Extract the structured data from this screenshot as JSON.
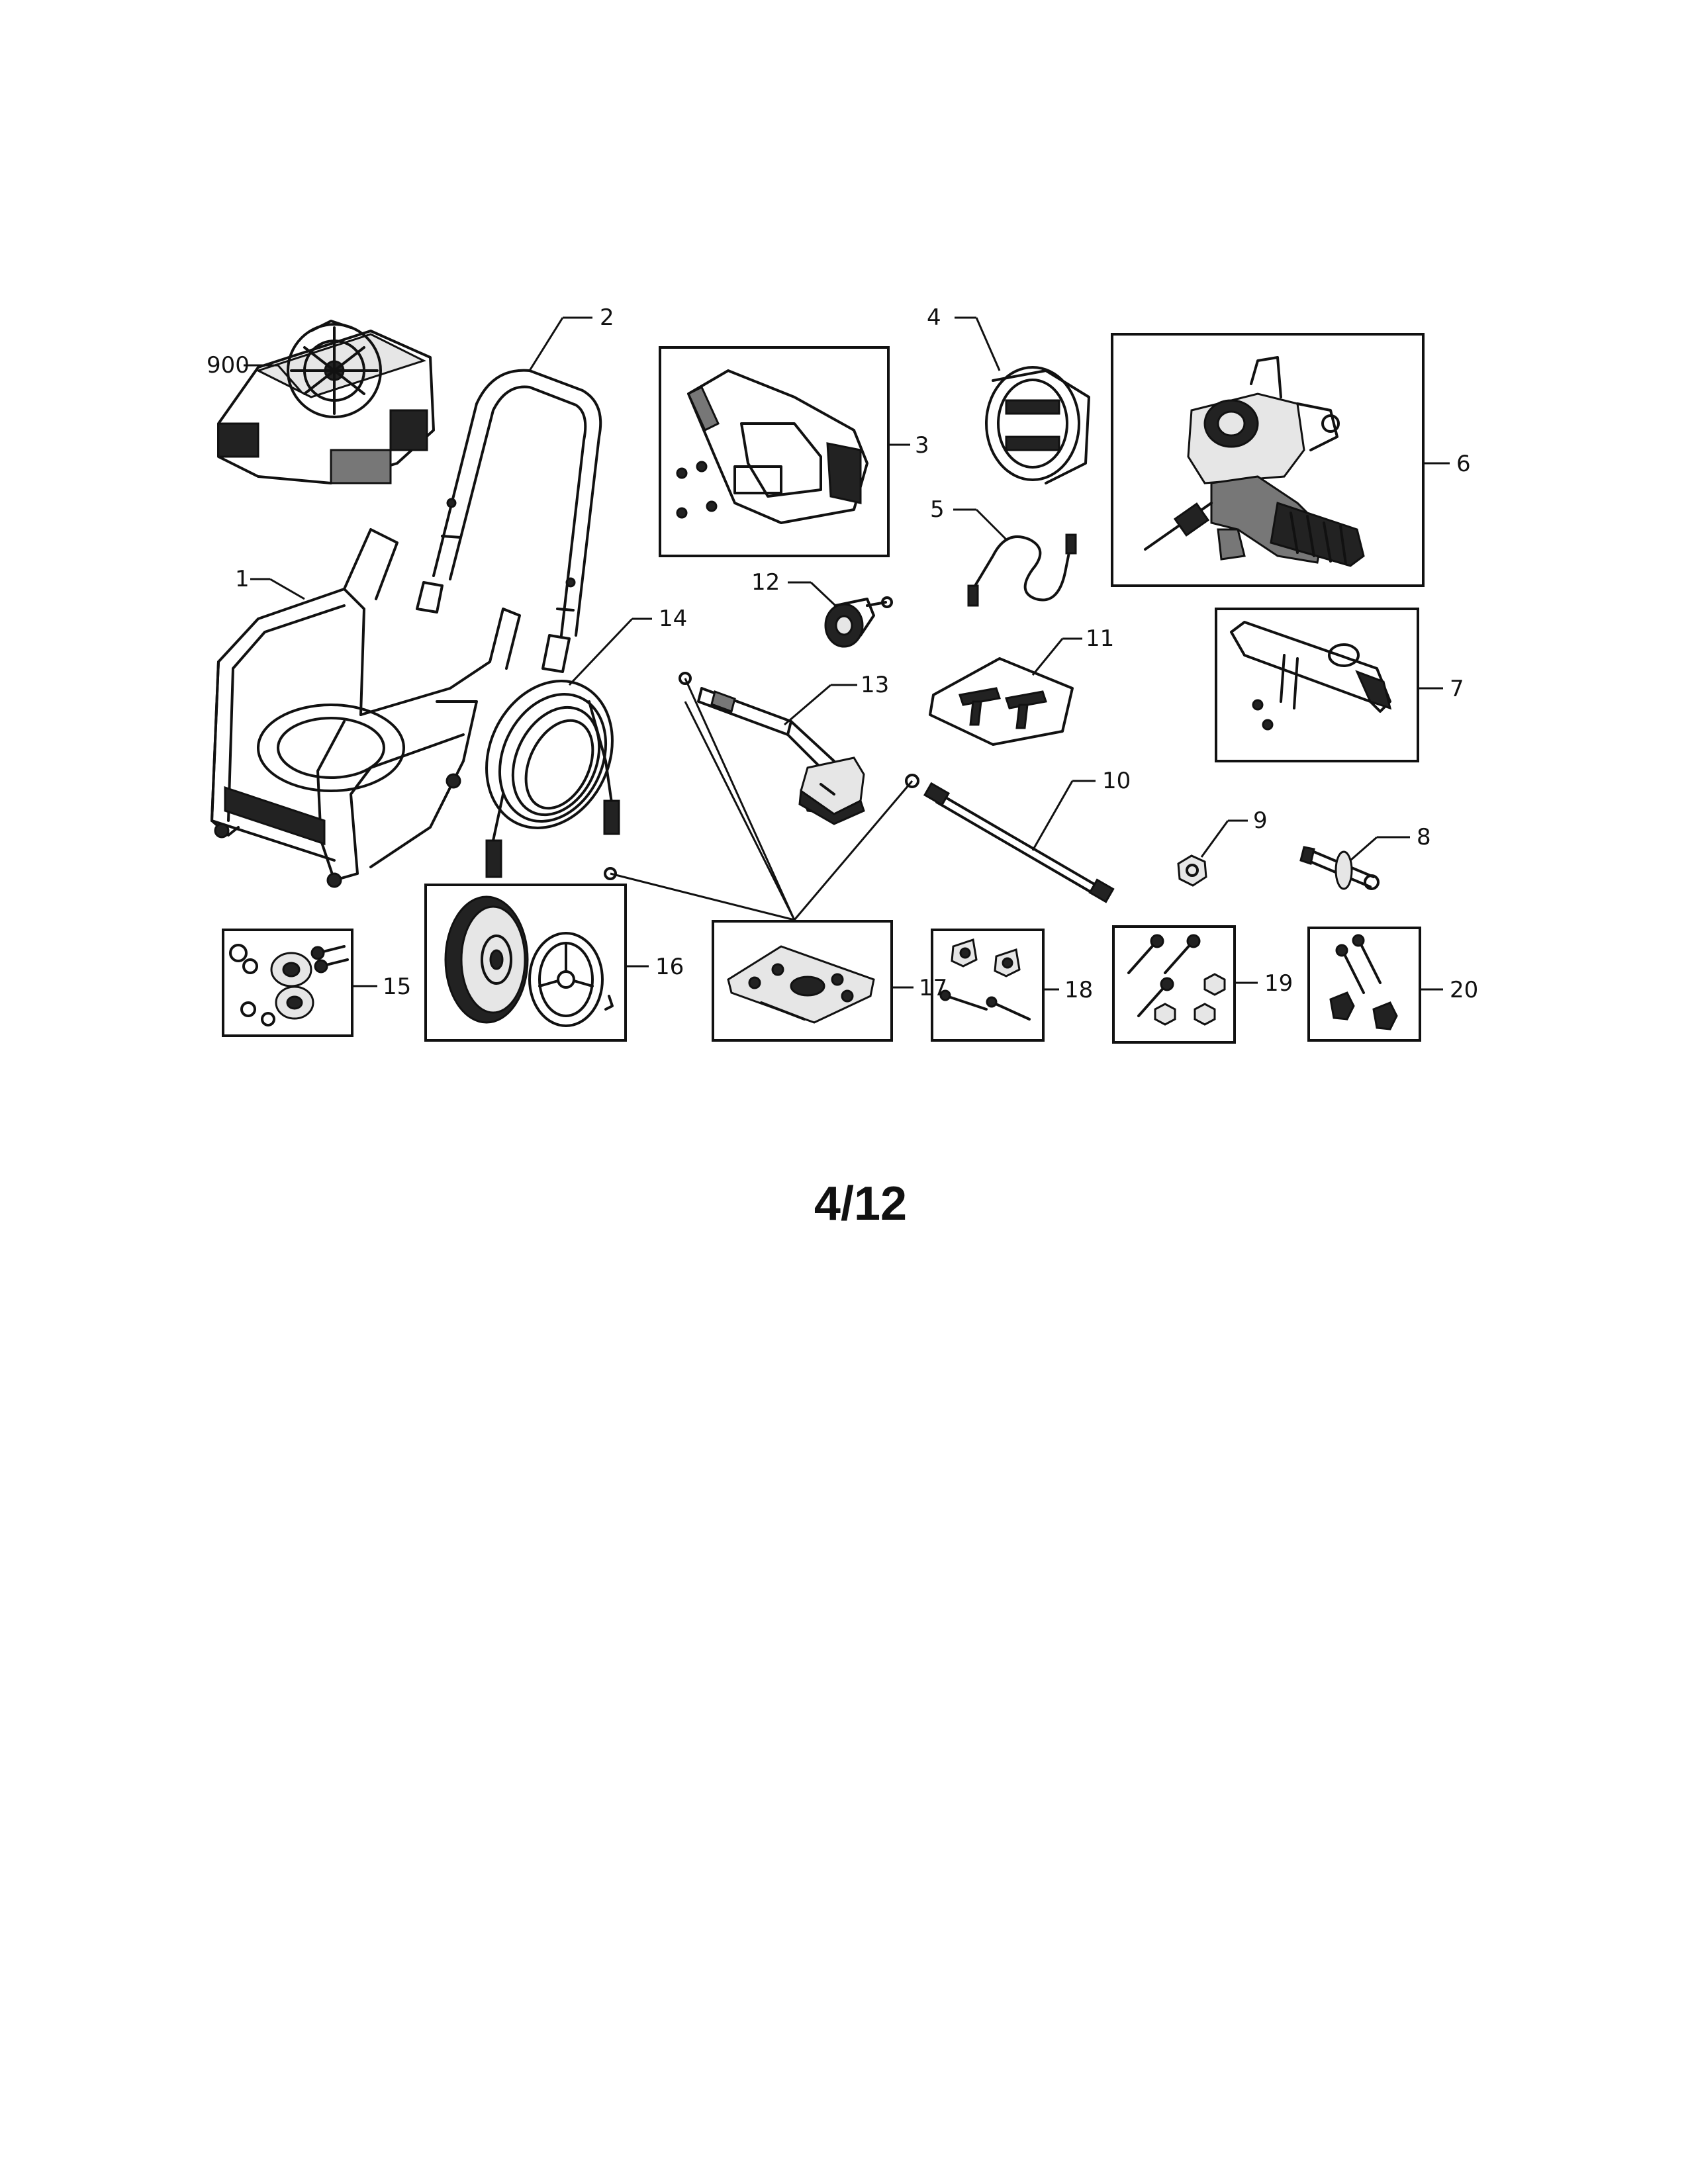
{
  "callouts": {
    "c900": "900",
    "c1": "1",
    "c2": "2",
    "c3": "3",
    "c4": "4",
    "c5": "5",
    "c6": "6",
    "c7": "7",
    "c8": "8",
    "c9": "9",
    "c10": "10",
    "c11": "11",
    "c12": "12",
    "c13": "13",
    "c14": "14",
    "c15": "15",
    "c16": "16",
    "c17": "17",
    "c18": "18",
    "c19": "19",
    "c20": "20"
  },
  "page_label": "4/12"
}
